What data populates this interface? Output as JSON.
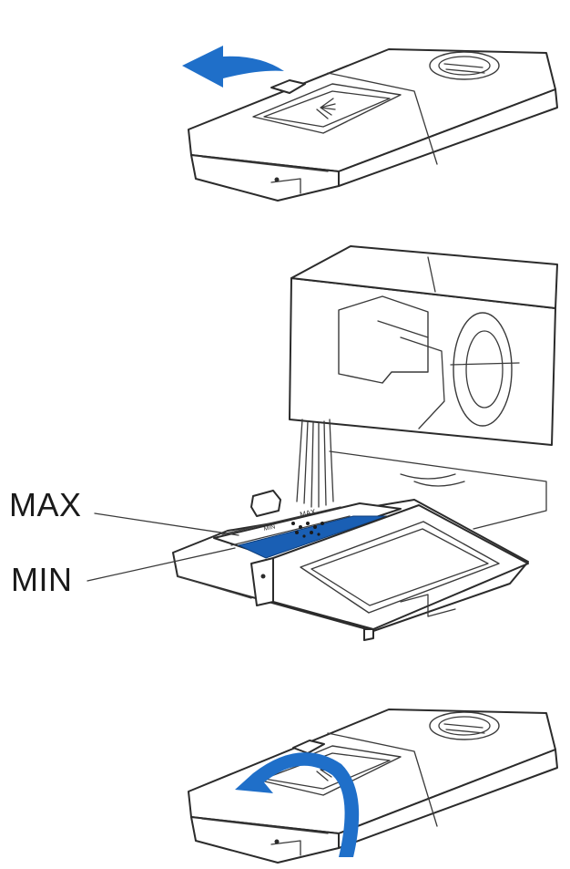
{
  "labels": {
    "max": "MAX",
    "min": "MIN"
  },
  "tray_marks": {
    "max": "MAX",
    "min": "MIN"
  },
  "colors": {
    "detergent": "#1a5fb4",
    "arrow": "#1f6fc9",
    "line": "#2b2b2b"
  },
  "icons": {
    "step1_arrow": "arrow-left-icon",
    "step3_arrow": "curved-arrow-icon",
    "spray": "spray-icon",
    "dial": "dial-icon"
  }
}
